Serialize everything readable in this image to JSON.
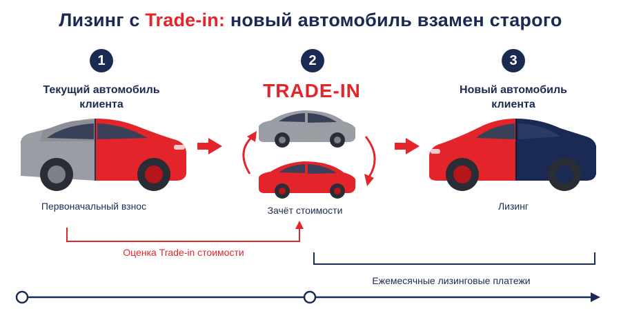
{
  "title": {
    "part1": "Лизинг с ",
    "accent": "Trade-in:",
    "part2": " новый автомобиль взамен старого"
  },
  "steps": [
    {
      "number": "1",
      "title_line1": "Текущий автомобиль",
      "title_line2": "клиента",
      "caption": "Первоначальный взнос"
    },
    {
      "number": "2",
      "title_word": "TRADE-IN",
      "caption": "Зачёт стоимости"
    },
    {
      "number": "3",
      "title_line1": "Новый автомобиль",
      "title_line2": "клиента",
      "caption": "Лизинг"
    }
  ],
  "trade_in_valuation": "Оценка Trade-in стоимости",
  "monthly_payments": "Ежемесячные лизинговые платежи",
  "colors": {
    "navy": "#1b2a52",
    "red": "#e3242b",
    "gray": "#9a9da3"
  }
}
